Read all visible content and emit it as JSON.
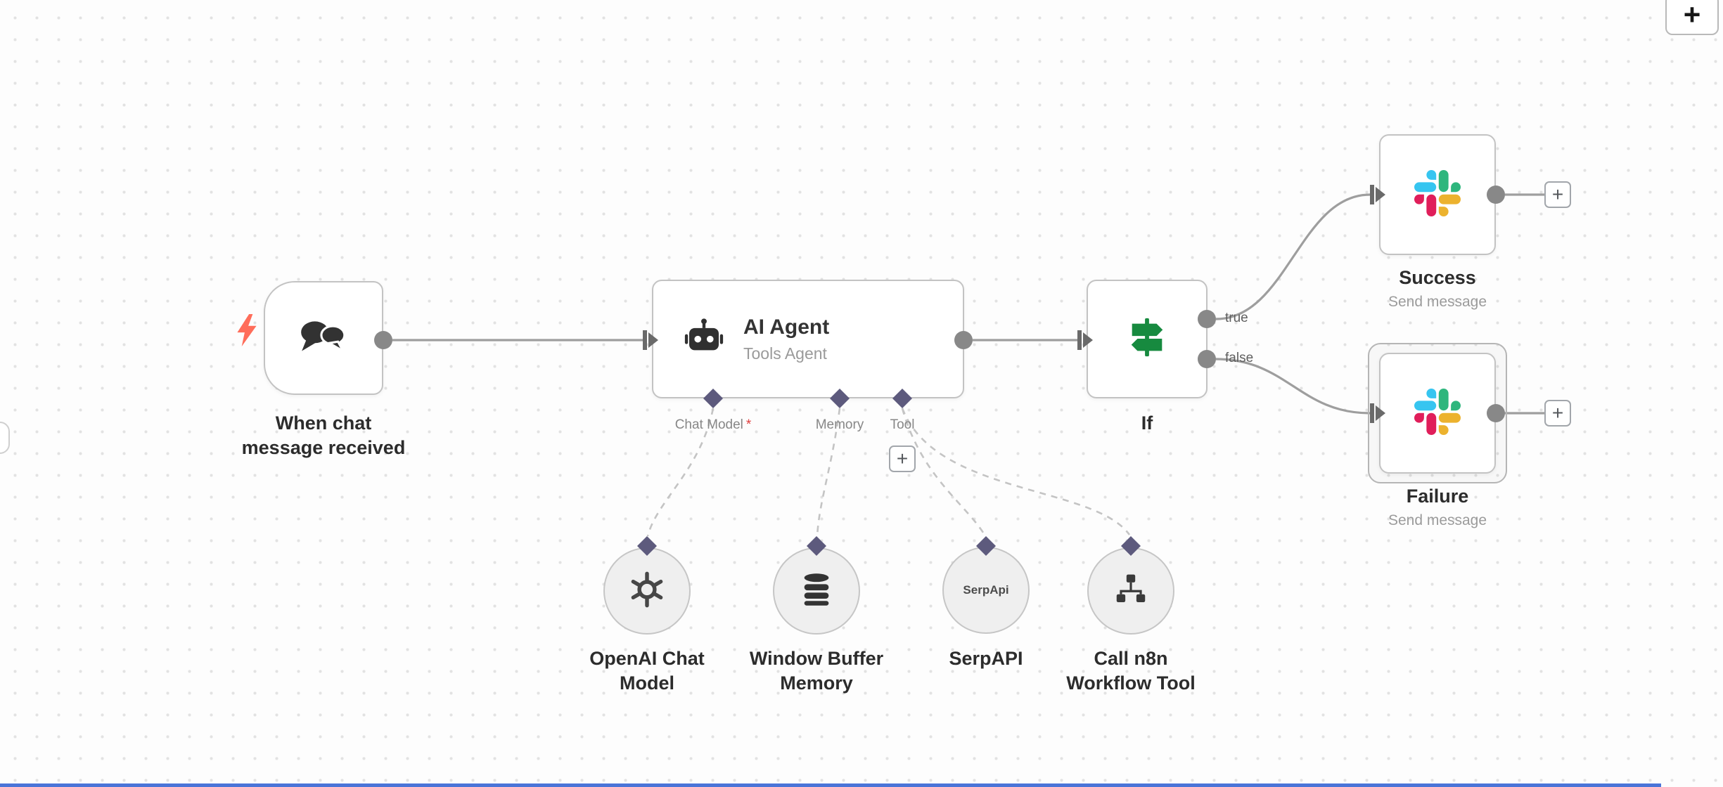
{
  "canvas": {
    "background": "#fdfdfd",
    "dot_color": "#e2e2e2",
    "scrollbar_color": "#4a74d8"
  },
  "header": {
    "add_node_button": "+"
  },
  "side": {
    "panel_toggle": ""
  },
  "workflow": {
    "trigger": {
      "title": "When chat message received",
      "icon": "chat-bubbles-icon",
      "bolt_color": "#ff6d5a"
    },
    "agent": {
      "title": "AI Agent",
      "subtitle": "Tools Agent",
      "icon": "robot-icon",
      "ports": {
        "chat_model": {
          "label": "Chat Model",
          "required_mark": "*"
        },
        "memory": {
          "label": "Memory"
        },
        "tool": {
          "label": "Tool",
          "add_button": "+"
        }
      }
    },
    "if": {
      "title": "If",
      "icon": "signpost-icon",
      "outputs": {
        "true": "true",
        "false": "false"
      }
    },
    "success": {
      "title": "Success",
      "subtitle": "Send message",
      "icon": "slack-logo-icon",
      "add_button": "+"
    },
    "failure": {
      "title": "Failure",
      "subtitle": "Send message",
      "icon": "slack-logo-icon",
      "add_button": "+",
      "selected": true
    },
    "openai": {
      "title": "OpenAI Chat Model",
      "icon": "openai-logo-icon"
    },
    "buffer_memory": {
      "title": "Window Buffer Memory",
      "icon": "database-icon"
    },
    "serpapi": {
      "title": "SerpAPI",
      "badge": "SerpApi"
    },
    "n8n_tool": {
      "title": "Call n8n Workflow Tool",
      "icon": "sitemap-icon"
    }
  },
  "colors": {
    "diamond": "#5d5a7d",
    "connection": "#9e9e9e",
    "if_icon_green": "#178a3f",
    "bolt": "#ff6d5a",
    "slack": {
      "blue": "#36C5F0",
      "green": "#2EB67D",
      "yellow": "#ECB22E",
      "red": "#E01E5A"
    }
  }
}
